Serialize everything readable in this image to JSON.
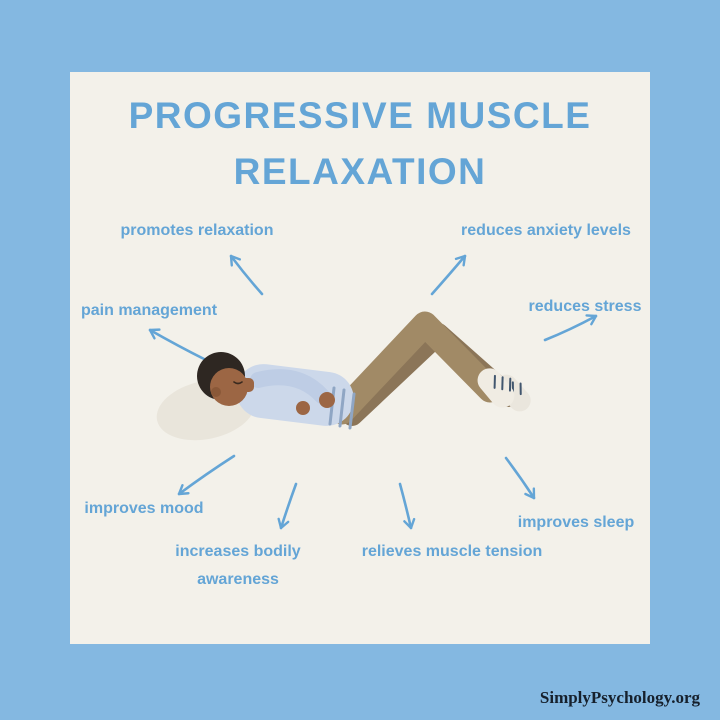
{
  "infographic": {
    "title_line1": "PROGRESSIVE MUSCLE",
    "title_line2": "RELAXATION",
    "watermark": "SimplyPsychology.org"
  },
  "benefits": [
    {
      "id": "promotes-relaxation",
      "text": "promotes relaxation"
    },
    {
      "id": "reduces-anxiety-levels",
      "text": "reduces anxiety levels"
    },
    {
      "id": "pain-management",
      "text": "pain management"
    },
    {
      "id": "reduces-stress",
      "text": "reduces stress"
    },
    {
      "id": "improves-mood",
      "text": "improves mood"
    },
    {
      "id": "increases-bodily-awareness",
      "text": "increases bodily awareness"
    },
    {
      "id": "relieves-muscle-tension",
      "text": "relieves muscle tension"
    },
    {
      "id": "improves-sleep",
      "text": "improves sleep"
    }
  ],
  "colors": {
    "background": "#84b8e1",
    "card": "#f3f1ea",
    "accent": "#64a5d6",
    "watermark": "#16202c",
    "skin": "#9c6644",
    "hair": "#2e2722",
    "shirt": "#ccd8ea",
    "pants": "#a18a66",
    "shoe": "#eae6dd",
    "pillow": "#e9e5db"
  }
}
